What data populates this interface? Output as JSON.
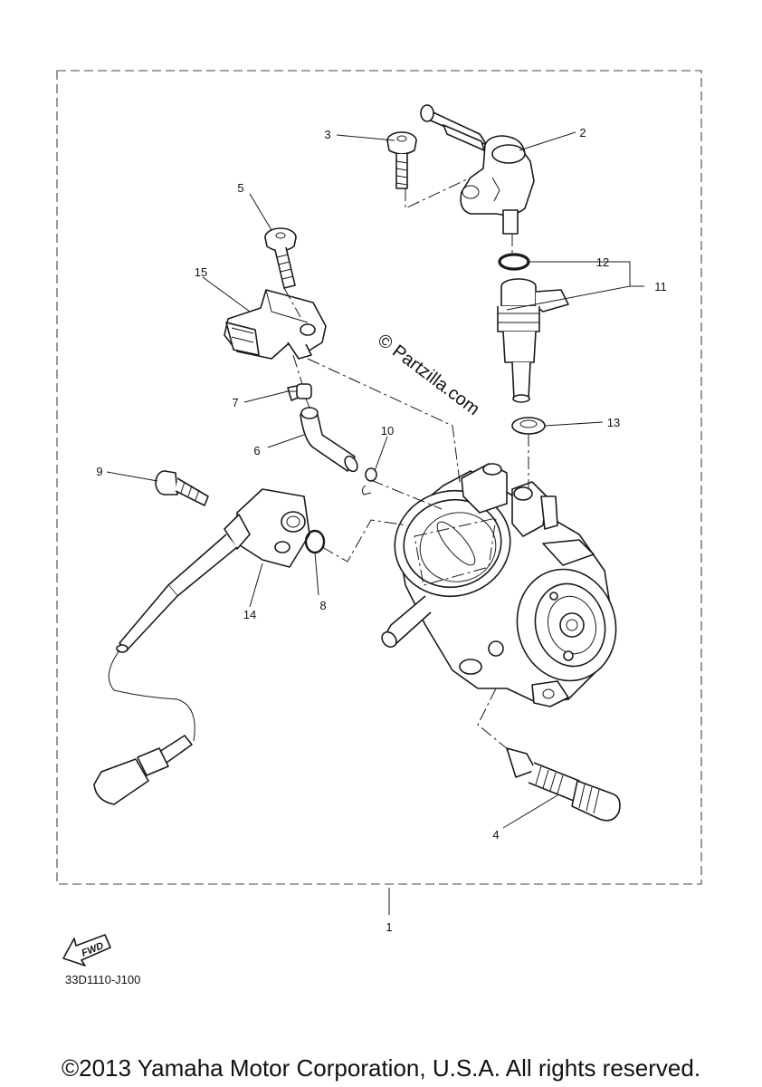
{
  "diagram": {
    "diagram_code": "33D1110-J100",
    "watermark": "© Partzilla.com",
    "direction_indicator": "FWD",
    "copyright": "©2013 Yamaha Motor Corporation, U.S.A. All rights reserved.",
    "callouts": [
      {
        "id": "c1",
        "label": "1"
      },
      {
        "id": "c2",
        "label": "2"
      },
      {
        "id": "c3",
        "label": "3"
      },
      {
        "id": "c4",
        "label": "4"
      },
      {
        "id": "c5",
        "label": "5"
      },
      {
        "id": "c6",
        "label": "6"
      },
      {
        "id": "c7",
        "label": "7"
      },
      {
        "id": "c8",
        "label": "8"
      },
      {
        "id": "c9",
        "label": "9"
      },
      {
        "id": "c10",
        "label": "10"
      },
      {
        "id": "c11",
        "label": "11"
      },
      {
        "id": "c12",
        "label": "12"
      },
      {
        "id": "c13",
        "label": "13"
      },
      {
        "id": "c14",
        "label": "14"
      },
      {
        "id": "c15",
        "label": "15"
      }
    ]
  }
}
